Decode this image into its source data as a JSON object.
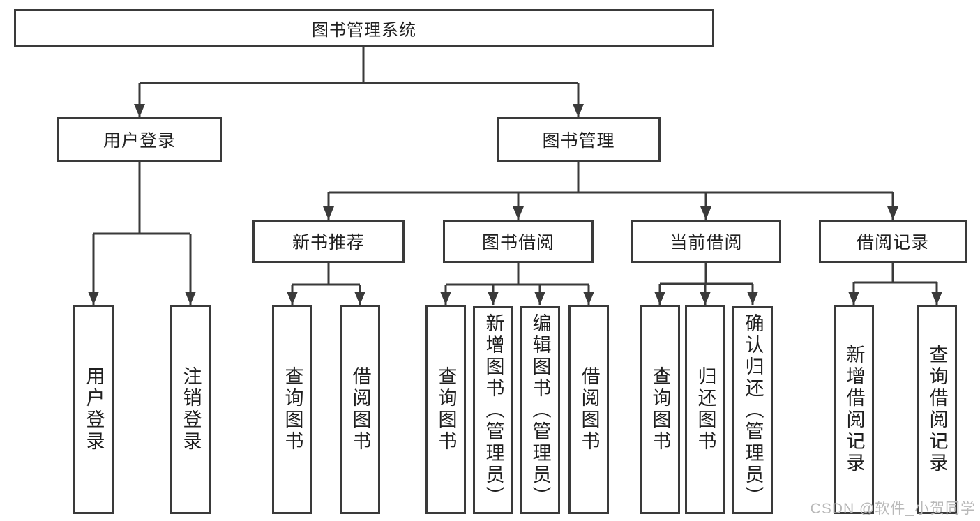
{
  "diagram": {
    "title": "图书管理系统",
    "root": {
      "label": "图书管理系统"
    },
    "level2": {
      "user_login": {
        "label": "用户登录"
      },
      "book_mgmt": {
        "label": "图书管理"
      }
    },
    "level3": {
      "new_book_rec": {
        "label": "新书推荐"
      },
      "book_borrow": {
        "label": "图书借阅"
      },
      "current_borrow": {
        "label": "当前借阅"
      },
      "borrow_records": {
        "label": "借阅记录"
      }
    },
    "leaves": {
      "login": "用户登录",
      "logout": "注销登录",
      "nb_query": "查询图书",
      "nb_borrow": "借阅图书",
      "bb_query": "查询图书",
      "bb_add": "新增图书（管理员）",
      "bb_edit": "编辑图书（管理员）",
      "bb_borrow": "借阅图书",
      "cb_query": "查询图书",
      "cb_return": "归还图书",
      "cb_confirm": "确认归还（管理员）",
      "br_add": "新增借阅记录",
      "br_query": "查询借阅记录"
    },
    "colors": {
      "line": "#3a3a3a",
      "text": "#1f1f1f",
      "watermark": "#b9b9b9",
      "background": "#ffffff"
    }
  },
  "watermark": {
    "text": "CSDN @软件_小贺同学"
  }
}
